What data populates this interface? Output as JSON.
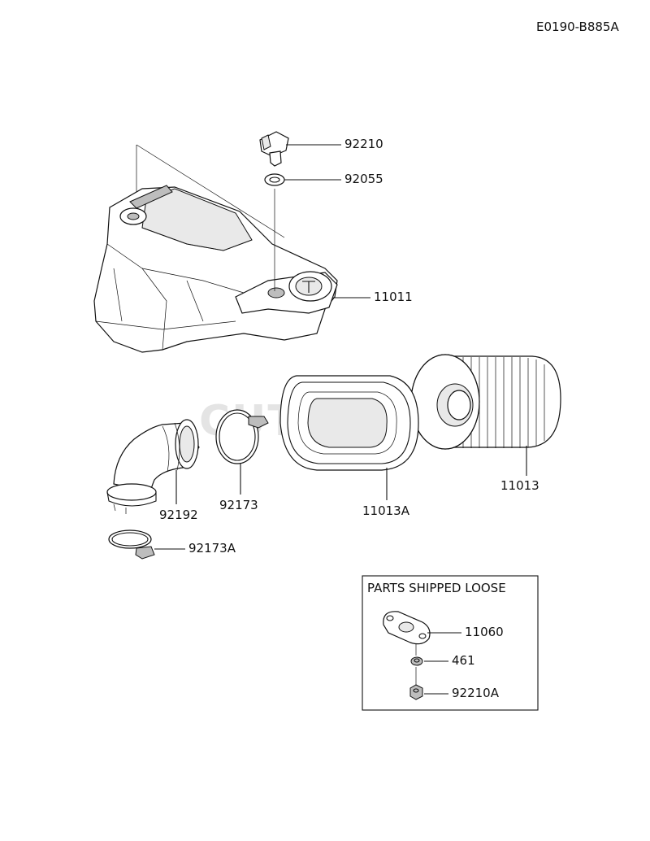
{
  "diagram_code": "E0190-B885A",
  "watermark": "CUTLER'S",
  "parts": [
    {
      "number": "92210"
    },
    {
      "number": "92055"
    },
    {
      "number": "11011"
    },
    {
      "number": "11013"
    },
    {
      "number": "11013A"
    },
    {
      "number": "92192"
    },
    {
      "number": "92173"
    },
    {
      "number": "92173A"
    }
  ],
  "loose_box": {
    "title": "PARTS SHIPPED LOOSE",
    "parts": [
      {
        "number": "11060"
      },
      {
        "number": "461"
      },
      {
        "number": "92210A"
      }
    ]
  }
}
